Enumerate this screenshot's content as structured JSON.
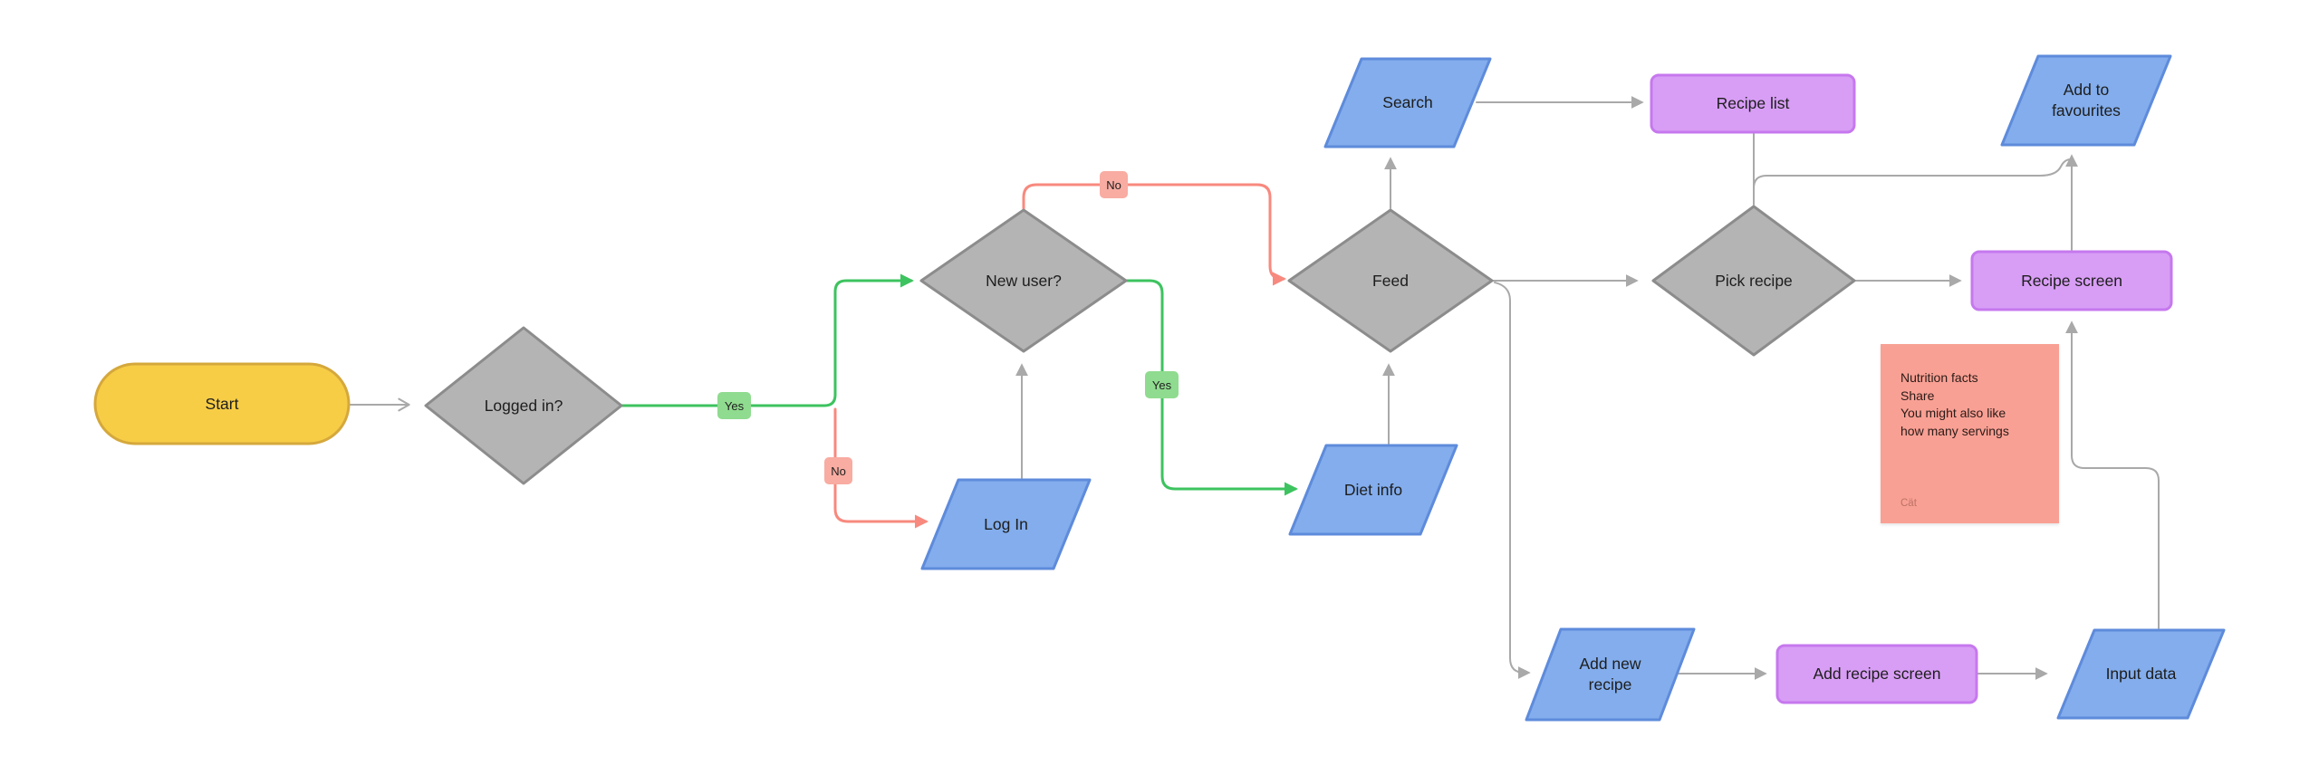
{
  "nodes": {
    "start": {
      "label": "Start"
    },
    "logged_in": {
      "label": "Logged in?"
    },
    "log_in": {
      "label": "Log In"
    },
    "new_user": {
      "label": "New user?"
    },
    "diet_info": {
      "label": "Diet info"
    },
    "feed": {
      "label": "Feed"
    },
    "search": {
      "label": "Search"
    },
    "recipe_list": {
      "label": "Recipe list"
    },
    "pick_recipe": {
      "label": "Pick recipe"
    },
    "recipe_screen": {
      "label": "Recipe screen"
    },
    "add_to_favourites": {
      "label": "Add to\nfavourites"
    },
    "add_new_recipe": {
      "label": "Add new\nrecipe"
    },
    "add_recipe_screen": {
      "label": "Add recipe screen"
    },
    "input_data": {
      "label": "Input data"
    }
  },
  "edge_labels": {
    "logged_in_yes": "Yes",
    "logged_in_no": "No",
    "new_user_no": "No",
    "new_user_yes": "Yes"
  },
  "sticky_note": {
    "text": "Nutrition facts\nShare\nYou might also like\nhow many servings",
    "author": "Cät"
  },
  "colors": {
    "canvas_bg": "#ffffff",
    "yellow_fill": "#F7CD46",
    "yellow_stroke": "#D5A83C",
    "gray_fill": "#B4B4B4",
    "gray_stroke": "#8C8C8C",
    "blue_fill": "#83ADEC",
    "blue_stroke": "#5E8BDB",
    "purple_fill": "#D89EF5",
    "purple_stroke": "#C678EE",
    "sticky_fill": "#F9A094",
    "connector": "#A9A9A9",
    "green": "#3DC35F",
    "green_badge": "#8FDB8F",
    "red": "#F8897E",
    "red_badge": "#F8ACA2"
  }
}
